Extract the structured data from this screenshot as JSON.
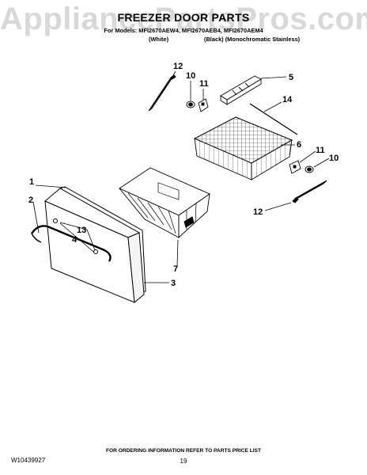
{
  "watermark": "AppliancePartsPros.com",
  "header": {
    "title": "FREEZER DOOR PARTS",
    "models": "For Models: MFI2670AEW4, MFI2670AEB4, MFI2670AEM4",
    "variant_white": "(White)",
    "variant_black": "(Black) (Monochromatic Stainless)"
  },
  "callouts": {
    "c12_top": "12",
    "c10_top": "10",
    "c11_top": "11",
    "c5": "5",
    "c14": "14",
    "c6": "6",
    "c11_right": "11",
    "c10_right": "10",
    "c12_right": "12",
    "c1": "1",
    "c2": "2",
    "c13": "13",
    "c4": "4",
    "c7": "7",
    "c3": "3"
  },
  "footer": {
    "ordering_info": "FOR ORDERING INFORMATION REFER TO PARTS PRICE LIST",
    "doc_number": "W10439927",
    "page_number": "19"
  }
}
